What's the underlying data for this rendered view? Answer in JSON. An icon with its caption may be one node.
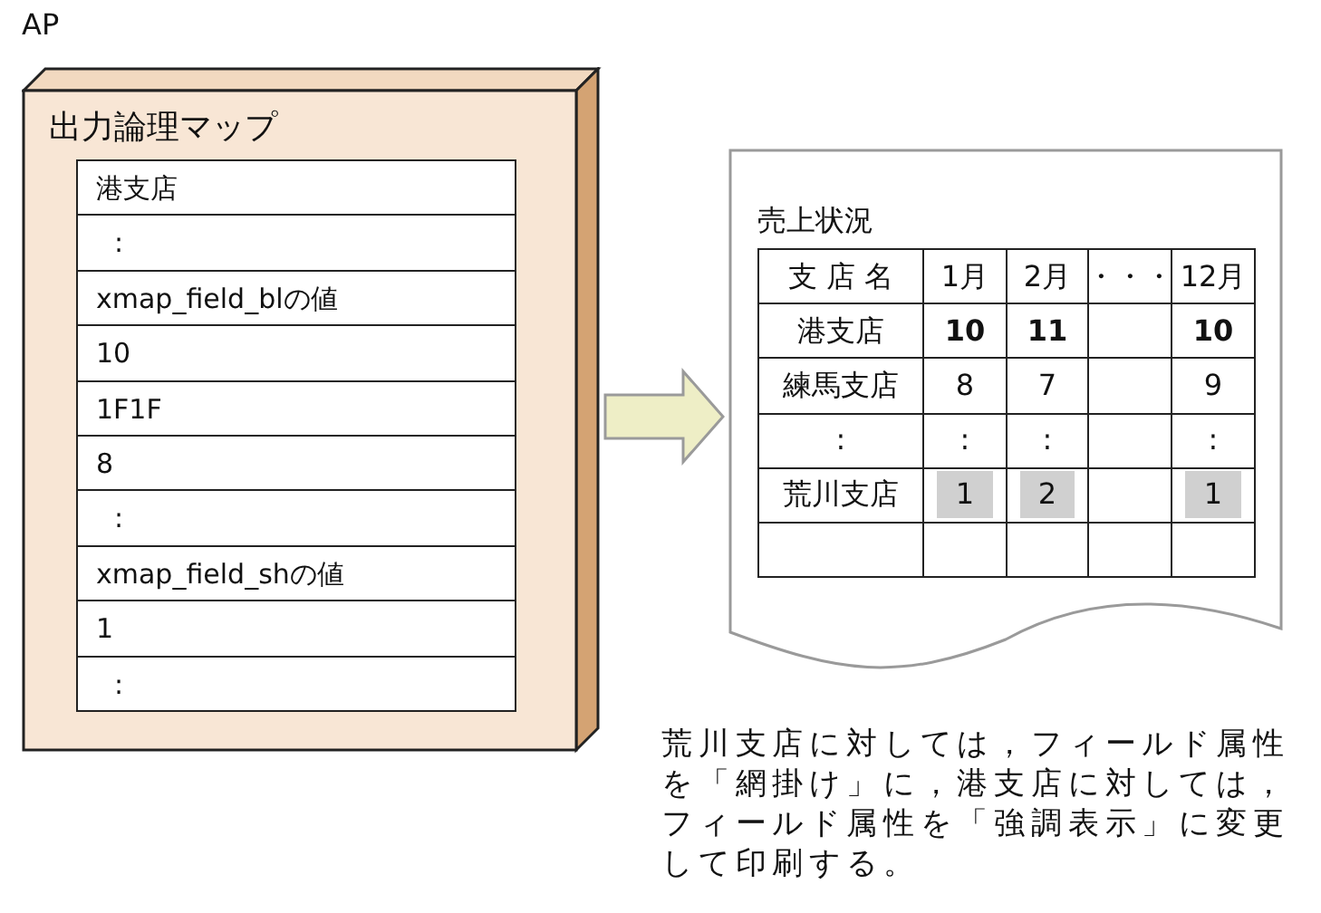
{
  "diagram": {
    "nodes": [
      {
        "text": [
          "出力論理マップ"
        ]
      },
      {
        "text": [
          "港支店"
        ],
        "in": 0
      },
      {
        "text": [
          ":"
        ],
        "in": 0
      },
      {
        "text": [
          "xmap_field_blの値"
        ],
        "in": 0
      },
      {
        "text": [
          "10"
        ],
        "in": 0
      },
      {
        "text": [
          "1F1F"
        ],
        "in": 0
      },
      {
        "text": [
          "8"
        ],
        "in": 0
      },
      {
        "text": [
          ":"
        ],
        "in": 0
      },
      {
        "text": [
          "xmap_field_shの値"
        ],
        "in": 0
      },
      {
        "text": [
          "1"
        ],
        "in": 0
      },
      {
        "text": [
          ":"
        ],
        "in": 0
      },
      {
        "text": [
          "売上状況"
        ],
        "beside": [
          "荒川支店に対しては，フィールド属性を「網掛け」に，港支店に対しては，フィールド属性を「強調表示」に変更して印刷する。"
        ]
      }
    ],
    "edges": [
      {
        "from": 0,
        "to": 11,
        "arrow": "to"
      }
    ],
    "labels": [
      "AP",
      "支 店 名",
      "1月",
      "2月",
      "・・・",
      "12月",
      "港支店",
      "10",
      "11",
      "10",
      "練馬支店",
      "8",
      "7",
      "9",
      ":",
      ":",
      ":",
      ":",
      "荒川支店",
      "1",
      "2",
      "1"
    ]
  }
}
